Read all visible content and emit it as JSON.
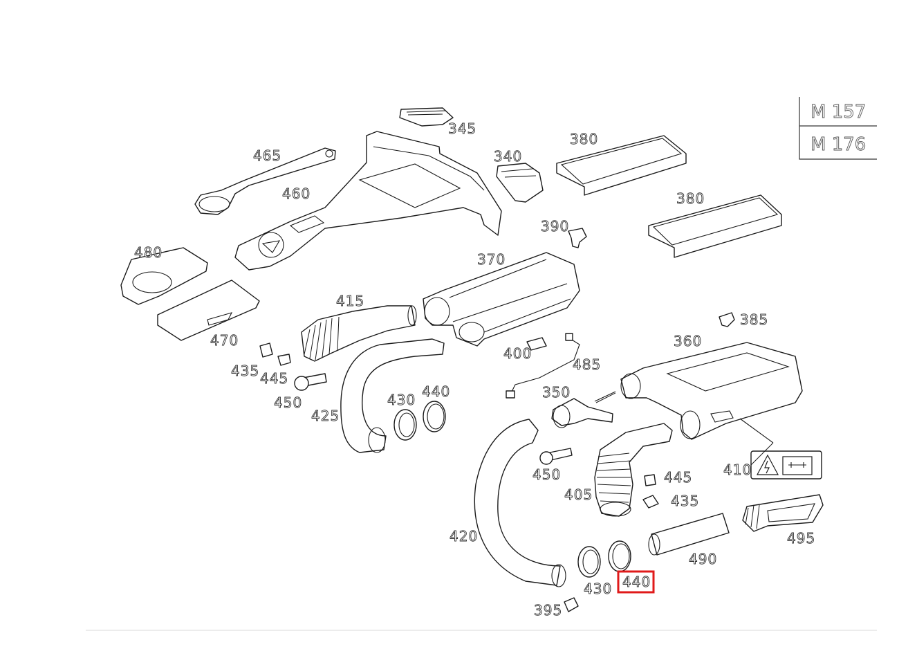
{
  "engine_codes": [
    "M 157",
    "M 176"
  ],
  "highlight_color": "#e01a1a",
  "labels": {
    "345": "345",
    "465": "465",
    "460": "460",
    "340": "340",
    "380a": "380",
    "380b": "380",
    "390": "390",
    "480": "480",
    "370": "370",
    "415": "415",
    "470": "470",
    "385": "385",
    "360": "360",
    "400": "400",
    "485": "485",
    "435a": "435",
    "445a": "445",
    "450a": "450",
    "425": "425",
    "430a": "430",
    "440a": "440",
    "350": "350",
    "450b": "450",
    "445b": "445",
    "410": "410",
    "405": "405",
    "435b": "435",
    "420": "420",
    "495": "495",
    "490": "490",
    "430b": "430",
    "440b": "440",
    "395": "395"
  },
  "highlighted_label": "440"
}
